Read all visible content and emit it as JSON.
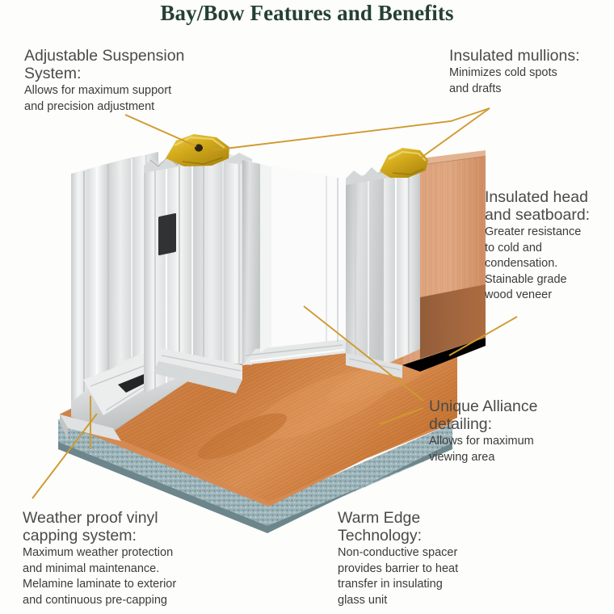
{
  "page": {
    "title": "Bay/Bow Features and Benefits",
    "background_color": "#fdfdfc",
    "title_color": "#254036",
    "corner_band_color": "#1d3a2e",
    "corner_stripe_color": "#b59a4e",
    "leader_line_color": "#cf9a2e"
  },
  "callouts": {
    "suspension": {
      "heading": "Adjustable Suspension System:",
      "body": "Allows for maximum support\nand precision adjustment"
    },
    "mullions": {
      "heading": "Insulated mullions:",
      "body": "Minimizes cold spots\nand drafts"
    },
    "head_seatboard": {
      "heading": "Insulated head\nand seatboard:",
      "body": "Greater resistance\nto cold and\ncondensation.\nStainable grade\nwood veneer"
    },
    "alliance": {
      "heading": "Unique Alliance\ndetailing:",
      "body": "Allows for maximum\nviewing area"
    },
    "weather_capping": {
      "heading": "Weather proof vinyl\ncapping system:",
      "body": "Maximum weather protection\nand minimal maintenance.\nMelamine laminate to exterior\nand continuous pre-capping"
    },
    "warm_edge": {
      "heading": "Warm Edge\nTechnology:",
      "body": "Non-conductive spacer\nprovides barrier to heat\ntransfer in insulating\nglass unit"
    }
  },
  "product": {
    "description": "Cutaway photograph of a bay window corner assembly",
    "colors": {
      "vinyl_white": "#e9eaea",
      "vinyl_shadow": "#b9bcbd",
      "vinyl_highlight": "#fbfbfb",
      "wood_seatboard": "#c9793f",
      "wood_seatboard_light": "#d9battr",
      "wood_panel": "#d99a72",
      "insulation_gold": "#d8b424",
      "spacer_blue": "#8fa9ae",
      "weep_slot": "#2a2a2a"
    }
  }
}
